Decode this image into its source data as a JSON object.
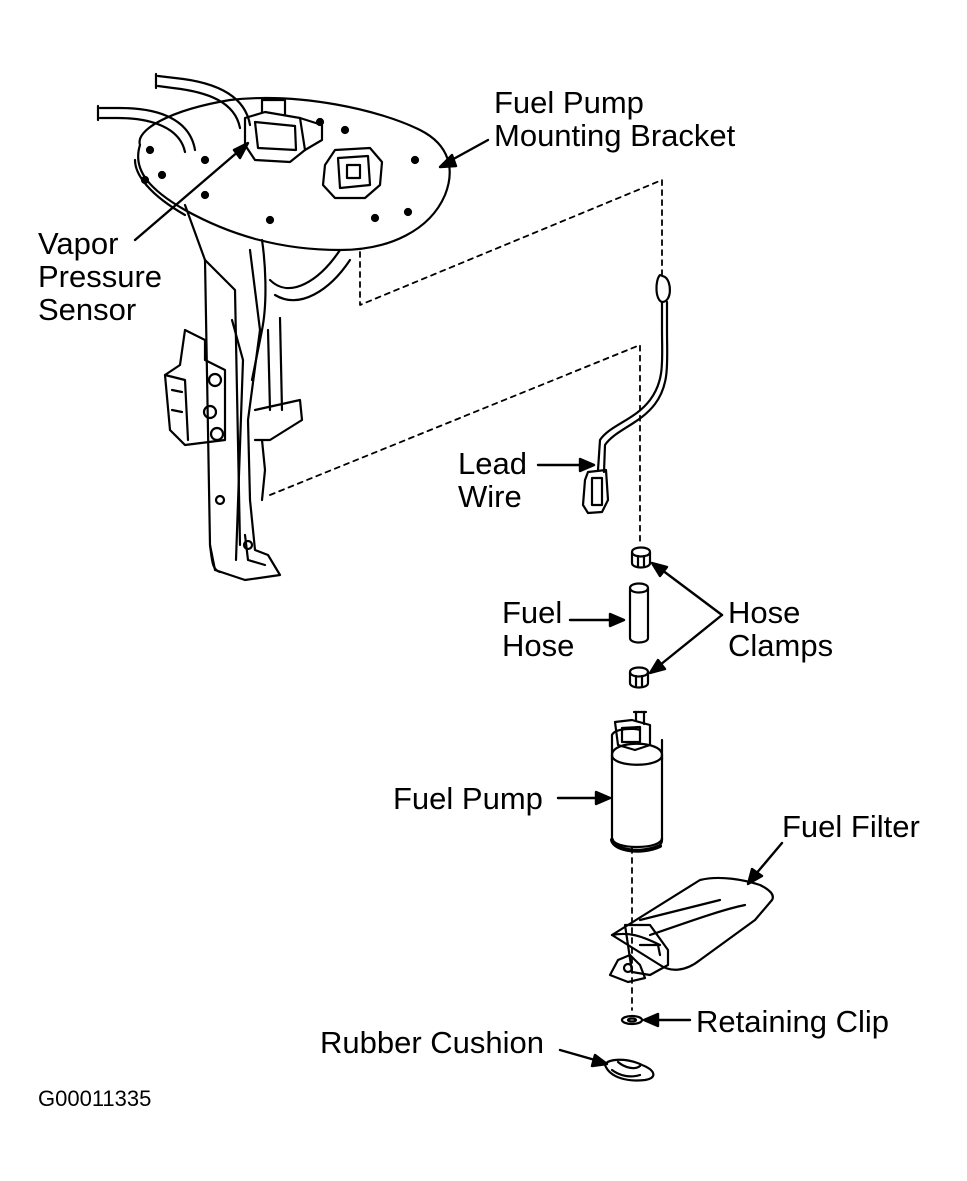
{
  "labels": {
    "fuel_pump_mounting_bracket": [
      "Fuel Pump",
      "Mounting Bracket"
    ],
    "vapor_pressure_sensor": [
      "Vapor",
      "Pressure",
      "Sensor"
    ],
    "lead_wire": [
      "Lead",
      "Wire"
    ],
    "fuel_hose": [
      "Fuel",
      "Hose"
    ],
    "hose_clamps": [
      "Hose",
      "Clamps"
    ],
    "fuel_pump": "Fuel Pump",
    "fuel_filter": "Fuel Filter",
    "retaining_clip": "Retaining Clip",
    "rubber_cushion": "Rubber Cushion"
  },
  "figure_code": "G00011335",
  "colors": {
    "ink": "#000000",
    "paper": "#ffffff"
  }
}
